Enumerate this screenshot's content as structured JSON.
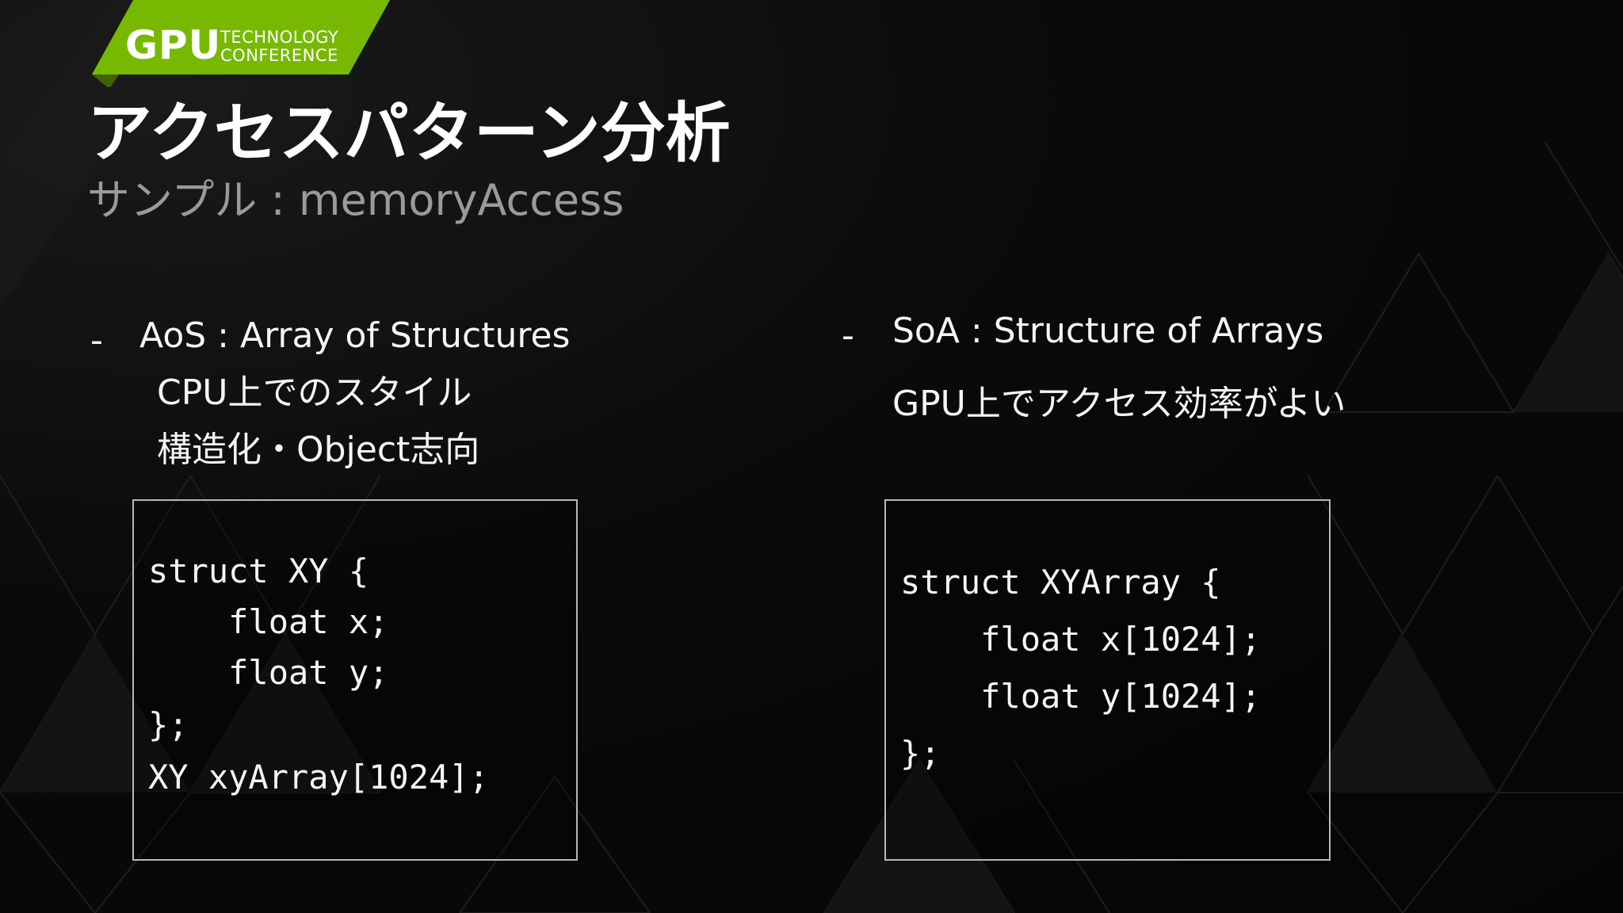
{
  "logo": {
    "brand": "GPU",
    "line1": "TECHNOLOGY",
    "line2": "CONFERENCE",
    "accent_color": "#76b900"
  },
  "slide": {
    "title": "アクセスパターン分析",
    "subtitle": "サンプル : memoryAccess"
  },
  "left": {
    "bullet_marker": "-",
    "heading": "AoS : Array of Structures",
    "lines": [
      "CPU上でのスタイル",
      "構造化・Object志向"
    ],
    "code": [
      "struct XY {",
      "    float x;",
      "    float y;",
      "};",
      "XY xyArray[1024];"
    ]
  },
  "right": {
    "bullet_marker": "-",
    "heading": "SoA : Structure of Arrays",
    "lines": [
      "GPU上でアクセス効率がよい"
    ],
    "code": [
      "struct XYArray {",
      "    float x[1024];",
      "    float y[1024];",
      "};"
    ]
  }
}
